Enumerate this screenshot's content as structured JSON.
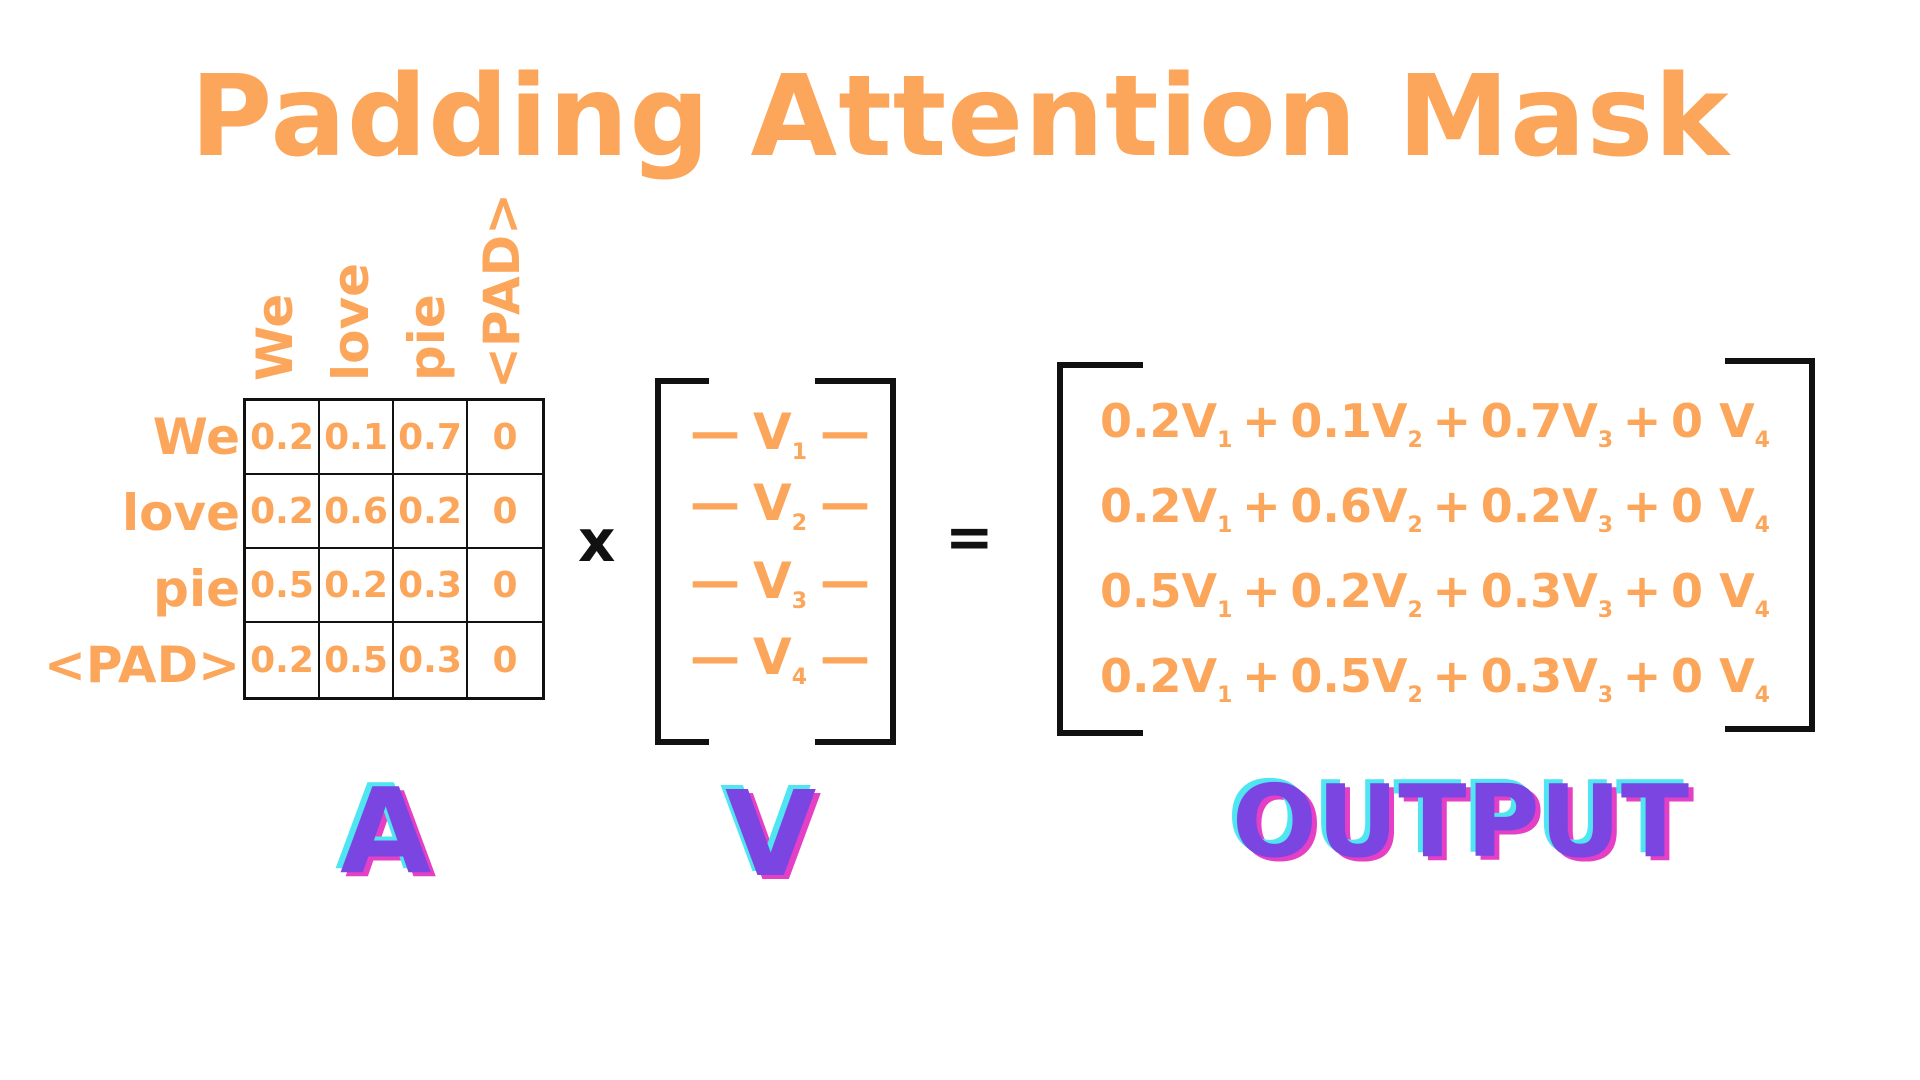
{
  "title": "Padding Attention Mask",
  "attention_matrix": {
    "tokens": [
      "We",
      "love",
      "pie",
      "<PAD>"
    ],
    "rows": [
      [
        "0.2",
        "0.1",
        "0.7",
        "0"
      ],
      [
        "0.2",
        "0.6",
        "0.2",
        "0"
      ],
      [
        "0.5",
        "0.2",
        "0.3",
        "0"
      ],
      [
        "0.2",
        "0.5",
        "0.3",
        "0"
      ]
    ],
    "label": "A"
  },
  "operators": {
    "multiply": "x",
    "equals": "="
  },
  "value_matrix": {
    "dash": "—",
    "symbol": "V",
    "subscripts": [
      "1",
      "2",
      "3",
      "4"
    ],
    "label": "V"
  },
  "output_matrix": {
    "plus": "+",
    "rows": [
      [
        {
          "coef": "0.2",
          "sub": "1"
        },
        {
          "coef": "0.1",
          "sub": "2"
        },
        {
          "coef": "0.7",
          "sub": "3"
        },
        {
          "coef": "0 ",
          "sub": "4"
        }
      ],
      [
        {
          "coef": "0.2",
          "sub": "1"
        },
        {
          "coef": "0.6",
          "sub": "2"
        },
        {
          "coef": "0.2",
          "sub": "3"
        },
        {
          "coef": "0 ",
          "sub": "4"
        }
      ],
      [
        {
          "coef": "0.5",
          "sub": "1"
        },
        {
          "coef": "0.2",
          "sub": "2"
        },
        {
          "coef": "0.3",
          "sub": "3"
        },
        {
          "coef": "0 ",
          "sub": "4"
        }
      ],
      [
        {
          "coef": "0.2",
          "sub": "1"
        },
        {
          "coef": "0.5",
          "sub": "2"
        },
        {
          "coef": "0.3",
          "sub": "3"
        },
        {
          "coef": "0 ",
          "sub": "4"
        }
      ]
    ],
    "label": "OUTPUT"
  },
  "colors": {
    "accent_orange": "#FBA65A",
    "label_purple": "#7B45E2",
    "shadow_cyan": "#4FE6F2",
    "shadow_magenta": "#E53FC6",
    "line_black": "#111111"
  }
}
